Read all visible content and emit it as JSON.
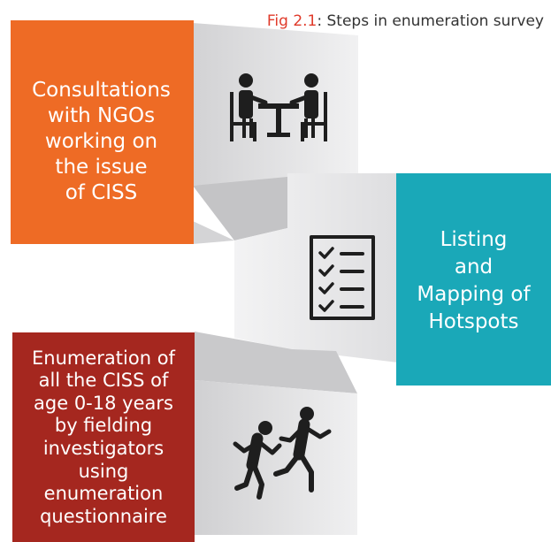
{
  "caption": {
    "number": "Fig 2.1",
    "separator": ":",
    "title": "Steps in enumeration survey"
  },
  "steps": [
    {
      "text": "Consultations\nwith NGOs\nworking on\nthe issue\nof CISS",
      "icon": "meeting-icon",
      "color": "#ee6b25"
    },
    {
      "text": "Listing\nand\nMapping of\nHotspots",
      "icon": "checklist-icon",
      "color": "#1aa8b8"
    },
    {
      "text": "Enumeration of\nall the CISS of\nage 0-18 years\nby fielding\ninvestigators\nusing\nenumeration\nquestionnaire",
      "icon": "dancing-people-icon",
      "color": "#a5271f"
    }
  ],
  "colors": {
    "caption_number": "#e03a2a",
    "panel_light": "#e9e9ea",
    "panel_dark": "#bfbfc1",
    "icon": "#1e1e1e"
  }
}
